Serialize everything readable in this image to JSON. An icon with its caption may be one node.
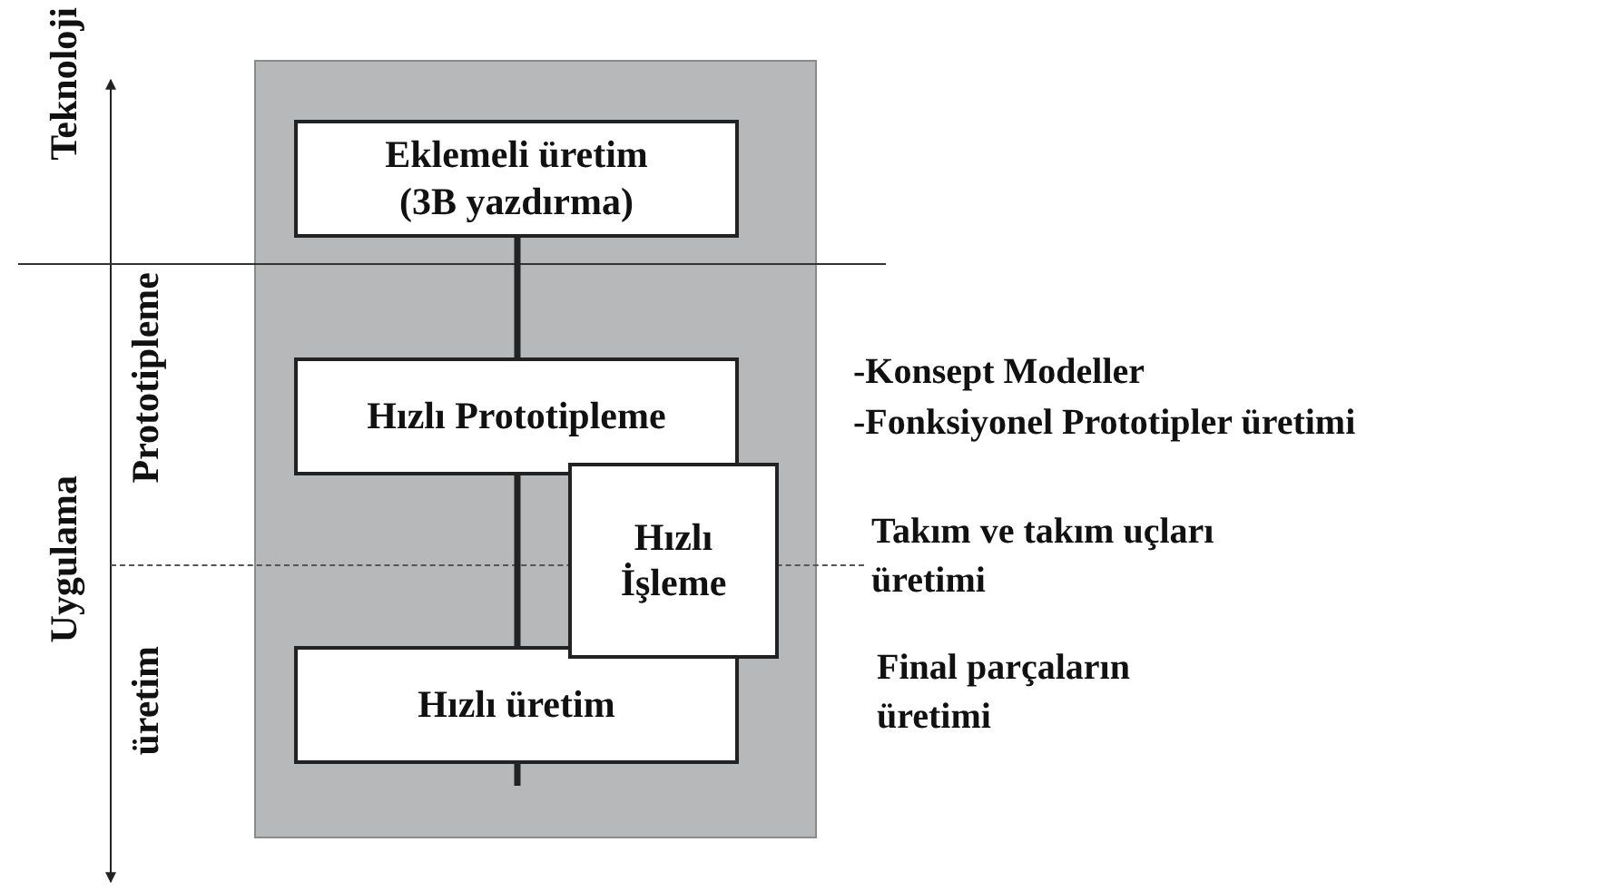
{
  "diagram": {
    "nodes": [
      {
        "text": [],
        "shape": "box"
      },
      {
        "text": [
          "Eklemeli üretim (3B yazdırma)"
        ],
        "in": 0
      },
      {
        "text": [
          "Hızlı Prototipleme"
        ],
        "in": 0
      },
      {
        "text": [
          "Hızlı İşleme"
        ],
        "in": 0
      },
      {
        "text": [
          "Hızlı üretim"
        ],
        "in": 0
      }
    ],
    "edges": [
      {
        "from": 1,
        "to": 2,
        "arrow": "none"
      },
      {
        "from": 2,
        "to": 4,
        "arrow": "none"
      },
      {
        "from": 4,
        "to": null,
        "arrow": "none"
      }
    ],
    "labels": [
      "Teknoloji",
      "Prototipleme",
      "Uygulama",
      "üretim",
      "-Konsept Modeller",
      "-Fonksiyonel Prototipler üretimi",
      "Takım ve takım uçları üretimi",
      "Final parçaların üretimi"
    ]
  }
}
